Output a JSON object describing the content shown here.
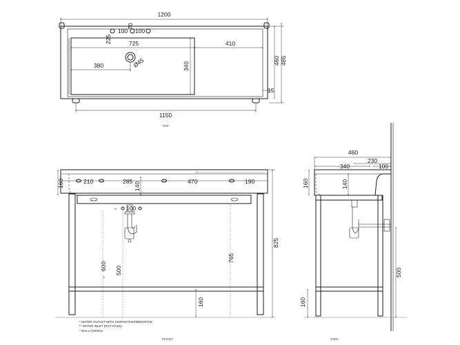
{
  "top_view": {
    "dims": {
      "total_width": "1200",
      "bowl_width": "725",
      "shelf_width": "410",
      "drain_offset": "380",
      "drain_diameter": "Ø45",
      "bowl_depth": "340",
      "depth_inner": "460",
      "depth_outer": "485",
      "rim_front": "15",
      "frame_width": "1150",
      "tap_spacing_1": "100",
      "tap_spacing_2": "100",
      "tap_height": "70",
      "tap_offset": "225"
    },
    "caption": "TOP"
  },
  "front_view": {
    "dims": {
      "height_rim": "160",
      "hole_1": "210",
      "hole_2": "285",
      "hole_3": "470",
      "hole_4": "190",
      "basin_drop": "140",
      "trap_spacing": "100",
      "outlet_height": "600",
      "inlet_height": "500",
      "wall_fixing_height": "765",
      "total_height": "825",
      "shelf_height": "160"
    },
    "notes": [
      "* WATER OUTLET WITH SIS/PSIF/SIS/PBR/SIF/CM",
      "** WATER INLET (HOT-COLD)",
      "* WALL FIXINGS"
    ],
    "caption": "FRONT"
  },
  "side_view": {
    "dims": {
      "depth": "460",
      "inner": "340",
      "d230": "230",
      "d100": "100",
      "height_rim": "160",
      "basin_drop": "140",
      "wall_height": "500",
      "shelf_height": "160"
    },
    "caption": "SIDE"
  }
}
